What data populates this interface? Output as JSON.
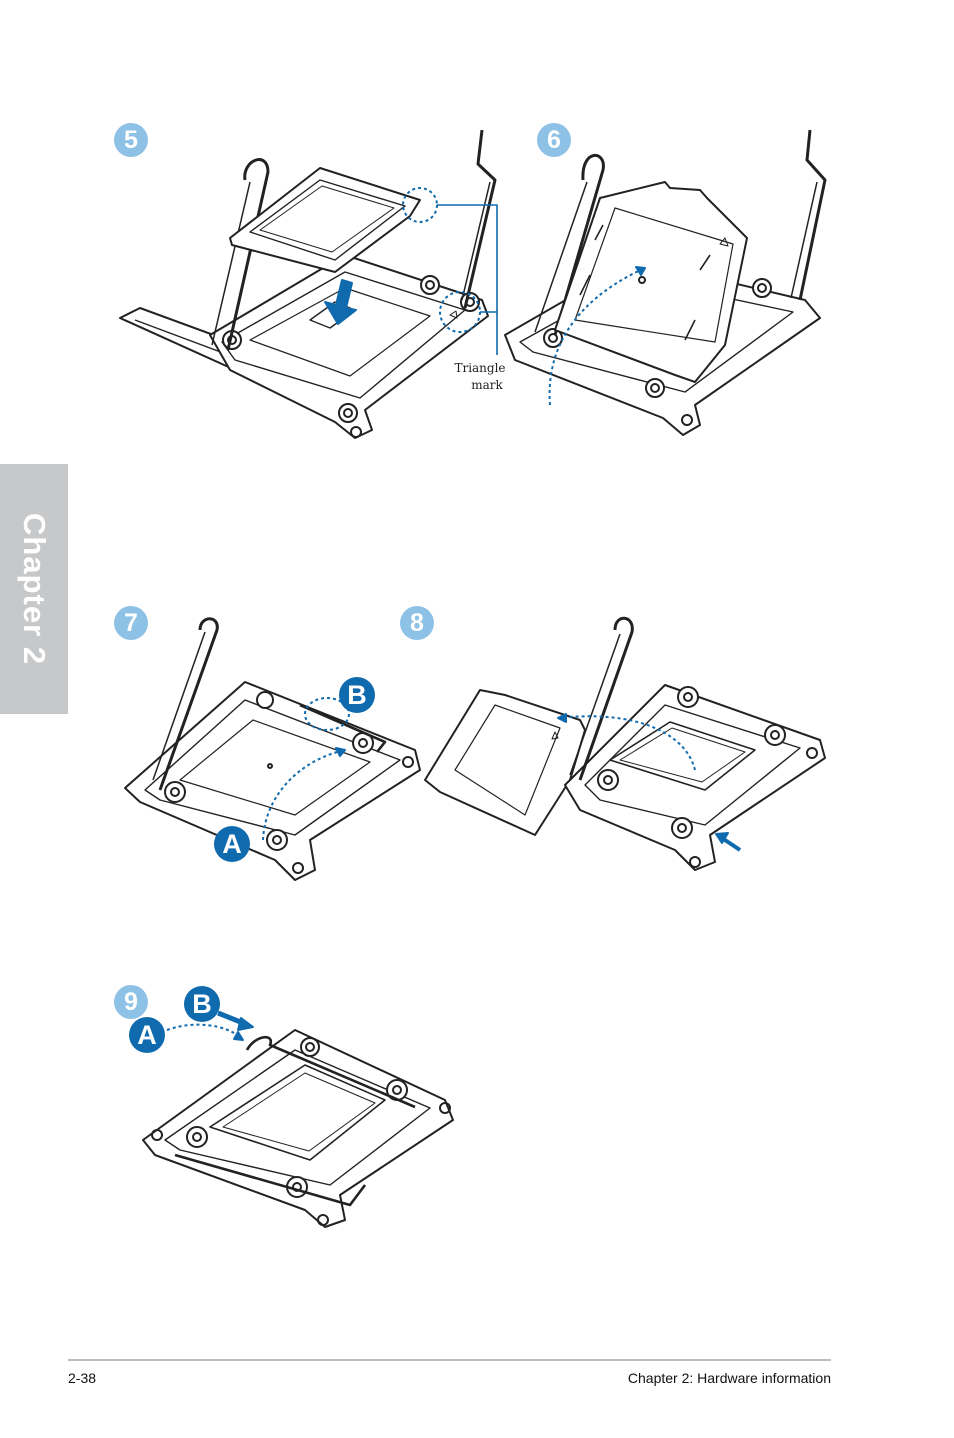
{
  "sidebar": {
    "chapter_label": "Chapter 2"
  },
  "steps": [
    {
      "number": "5"
    },
    {
      "number": "6"
    },
    {
      "number": "7",
      "callouts": [
        "A",
        "B"
      ]
    },
    {
      "number": "8"
    },
    {
      "number": "9",
      "callouts": [
        "A",
        "B"
      ]
    }
  ],
  "annotation": {
    "line1": "Triangle",
    "line2": "mark"
  },
  "footer": {
    "page_number": "2-38",
    "section": "Chapter 2: Hardware information"
  },
  "colors": {
    "accent": "#0f6aae",
    "badge": "#8ec1e6",
    "tab": "#c7c8ca"
  }
}
